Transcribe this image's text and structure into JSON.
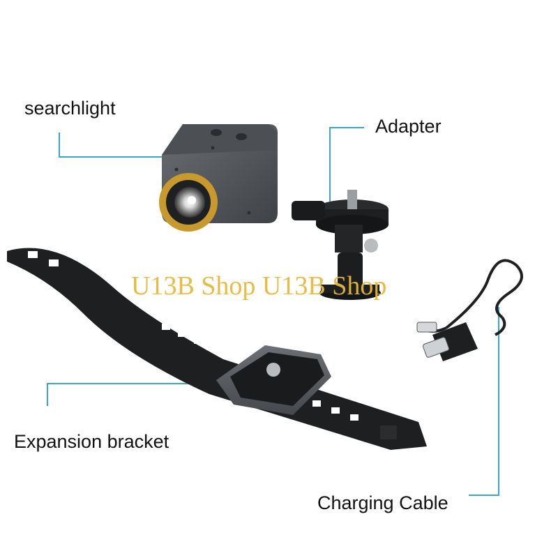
{
  "labels": {
    "searchlight": "searchlight",
    "adapter": "Adapter",
    "expansion_bracket": "Expansion bracket",
    "charging_cable": "Charging Cable"
  },
  "watermark": "U13B Shop U13B Shop",
  "colors": {
    "leader_line": "#3aa7c9",
    "device_body": "#5a5d61",
    "lens_ring": "#c89a2e",
    "strap": "#1e1f21",
    "watermark": "#e7b93a"
  }
}
